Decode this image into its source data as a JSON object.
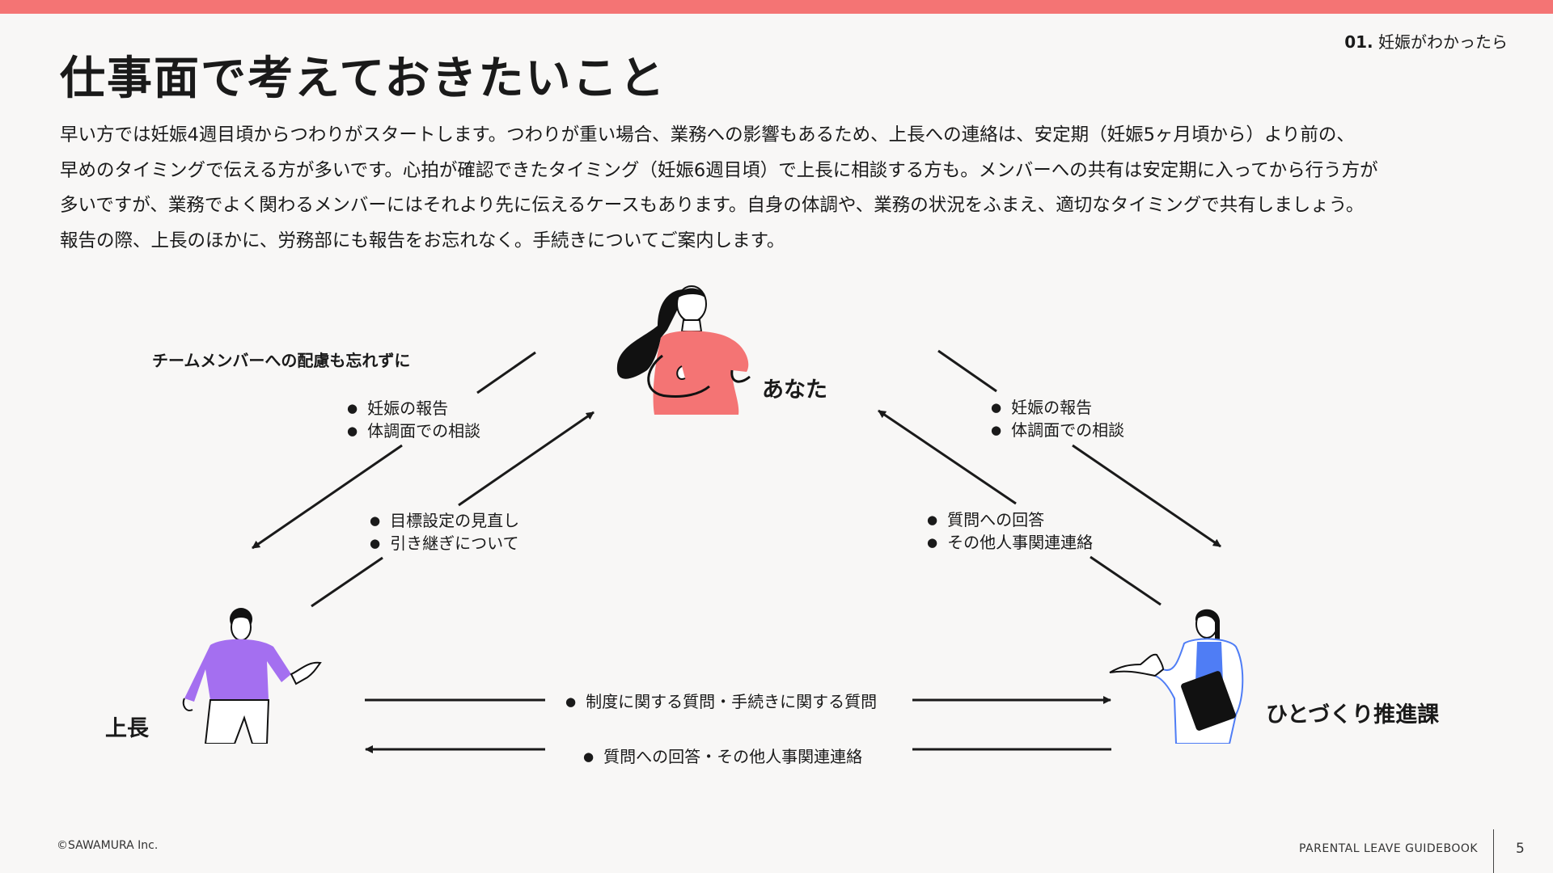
{
  "header": {
    "section_number": "01.",
    "section_name": "妊娠がわかったら",
    "accent_color": "#f47474"
  },
  "title": "仕事面で考えておきたいこと",
  "intro": {
    "lines": [
      "早い方では妊娠4週目頃からつわりがスタートします。つわりが重い場合、業務への影響もあるため、上長への連絡は、安定期（妊娠5ヶ月頃から）より前の、",
      "早めのタイミングで伝える方が多いです。心拍が確認できたタイミング（妊娠6週目頃）で上長に相談する方も。メンバーへの共有は安定期に入ってから行う方が",
      "多いですが、業務でよく関わるメンバーにはそれより先に伝えるケースもあります。自身の体調や、業務の状況をふまえ、適切なタイミングで共有しましょう。",
      "報告の際、上長のほかに、労務部にも報告をお忘れなく。手続きについてご案内します。"
    ]
  },
  "diagram": {
    "nodes": {
      "you": "あなた",
      "boss": "上長",
      "hr": "ひとづくり推進課"
    },
    "team_note": "チームメンバーへの配慮も忘れずに",
    "you_to_boss": [
      "妊娠の報告",
      "体調面での相談"
    ],
    "boss_to_you": [
      "目標設定の見直し",
      "引き継ぎについて"
    ],
    "you_to_hr": [
      "妊娠の報告",
      "体調面での相談"
    ],
    "hr_to_you": [
      "質問への回答",
      "その他人事関連連絡"
    ],
    "boss_to_hr": "制度に関する質問・手続きに関する質問",
    "hr_to_boss": "質問への回答・その他人事関連連絡",
    "colors": {
      "you_figure": "#f47474",
      "boss_figure": "#a46ff0",
      "hr_figure": "#4f7df5"
    }
  },
  "footer": {
    "copyright": "©SAWAMURA Inc.",
    "book": "PARENTAL LEAVE GUIDEBOOK",
    "page": "5"
  }
}
